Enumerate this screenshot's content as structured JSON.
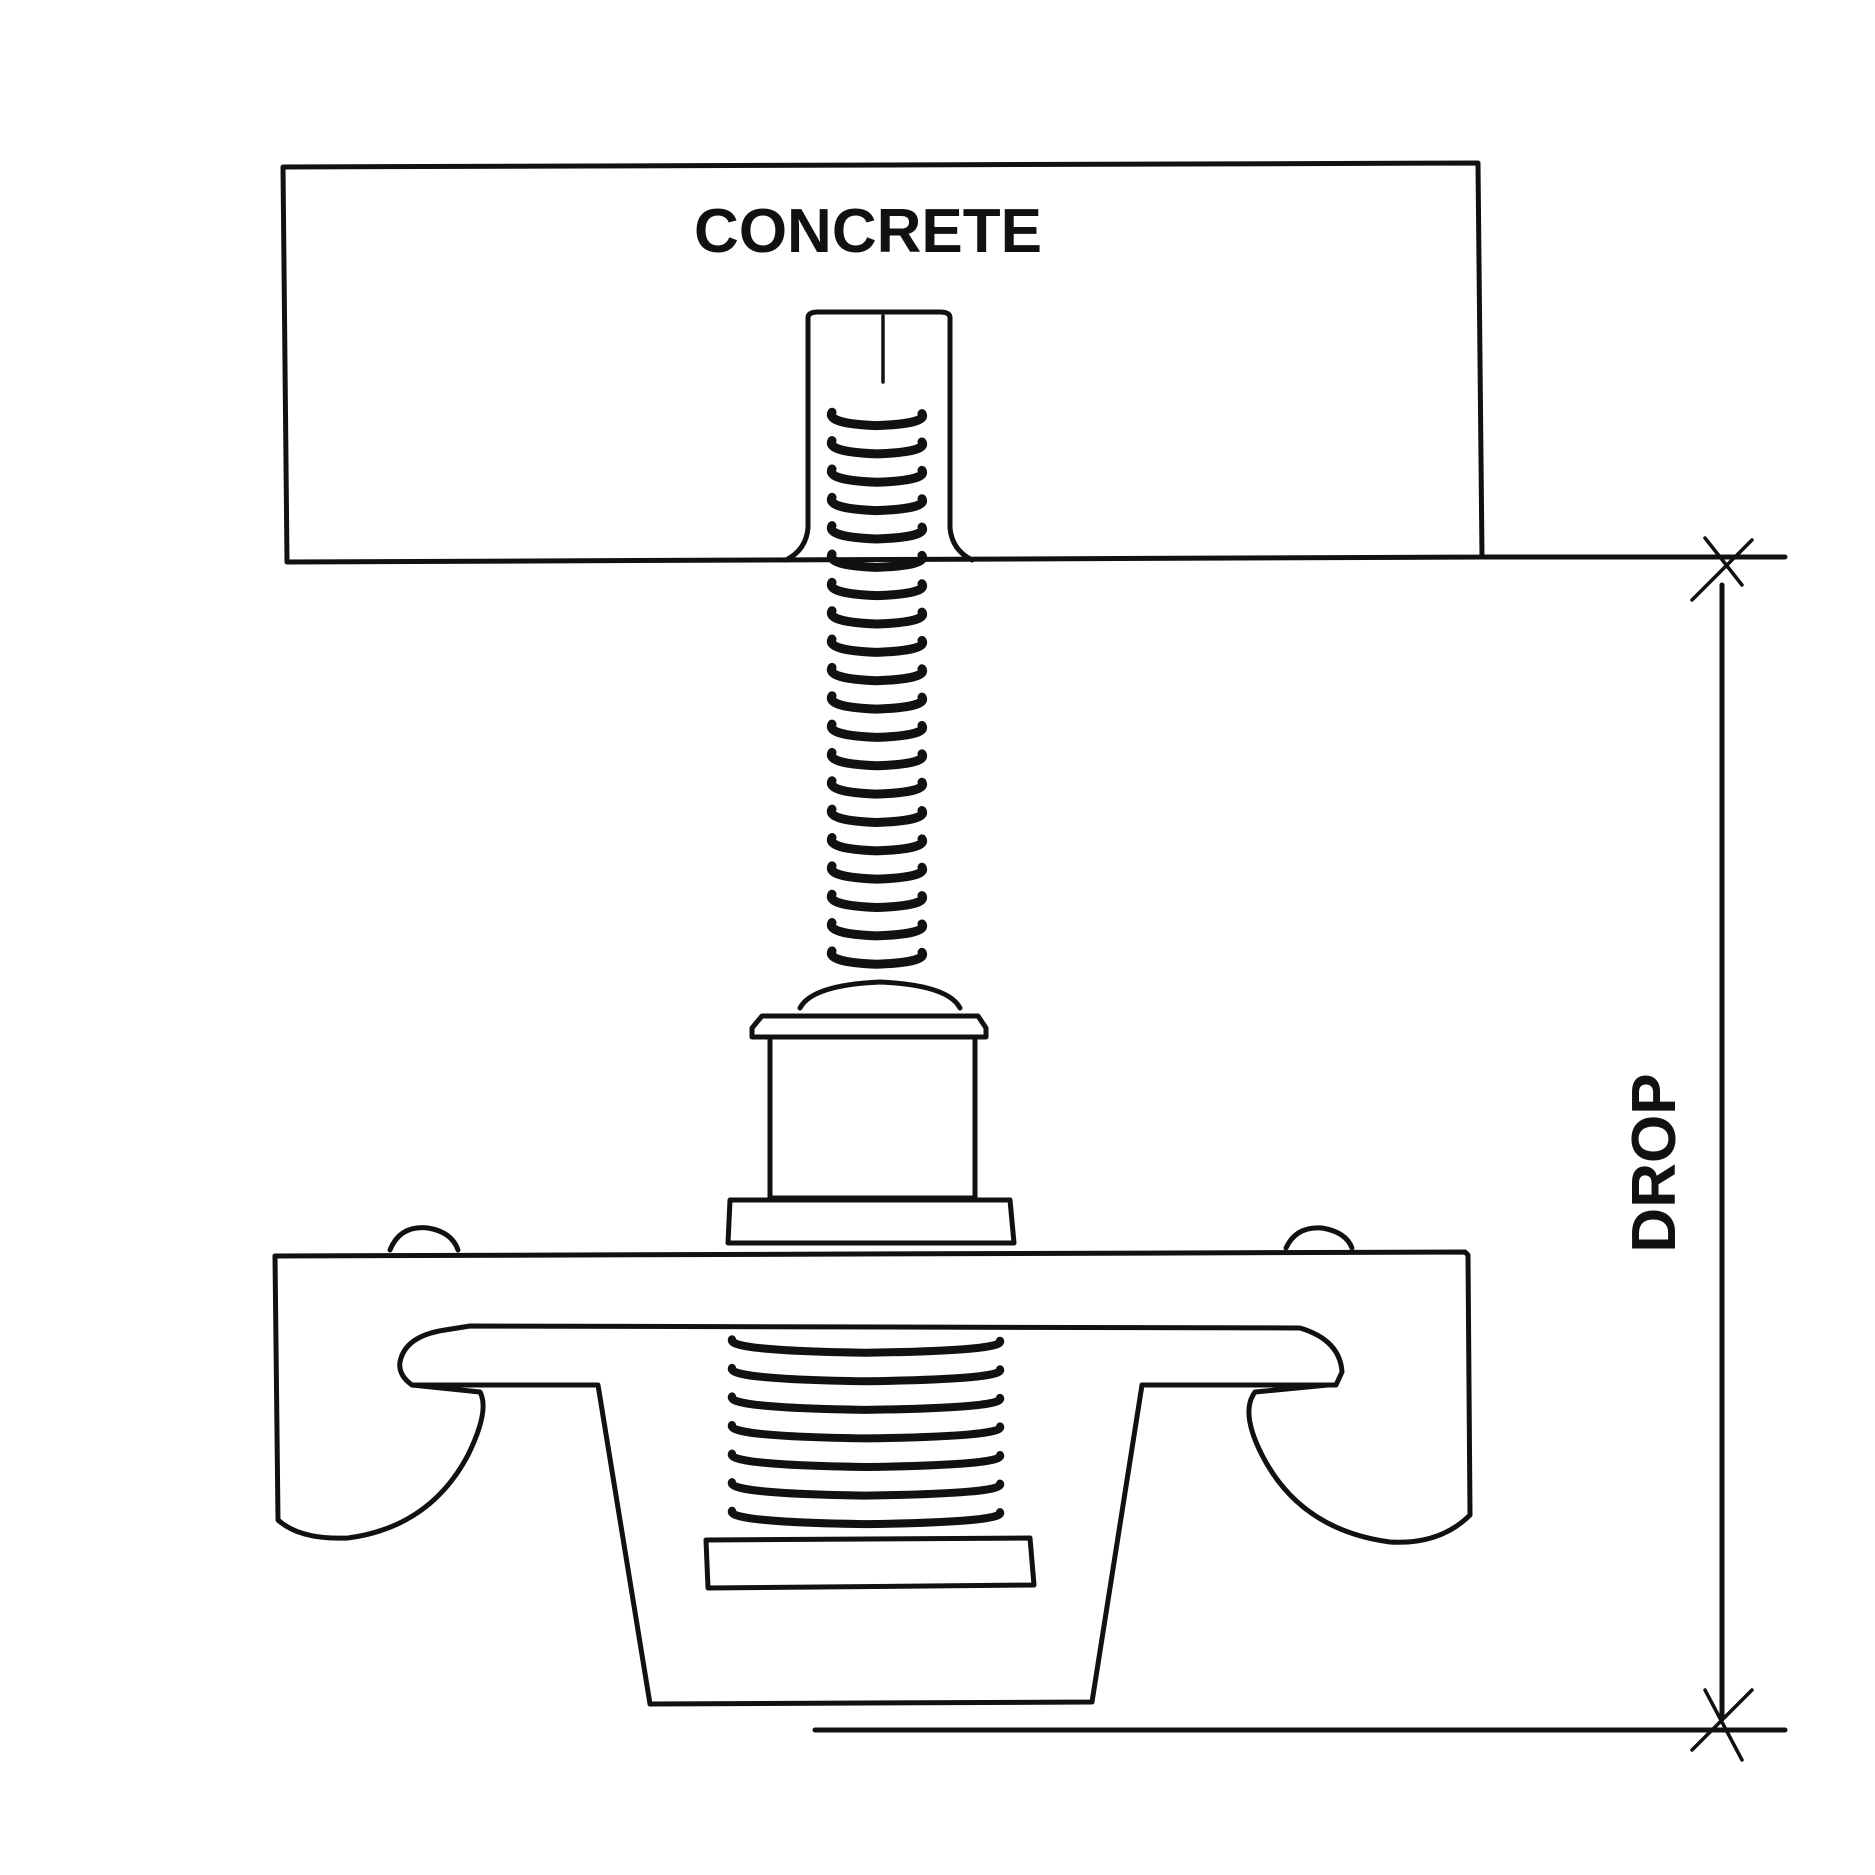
{
  "labels": {
    "concrete": "CONCRETE",
    "drop": "DROP"
  },
  "colors": {
    "ink": "#111111",
    "background": "#ffffff"
  },
  "components": {
    "upper_spring_turns": 20,
    "lower_spring_turns": 7
  }
}
